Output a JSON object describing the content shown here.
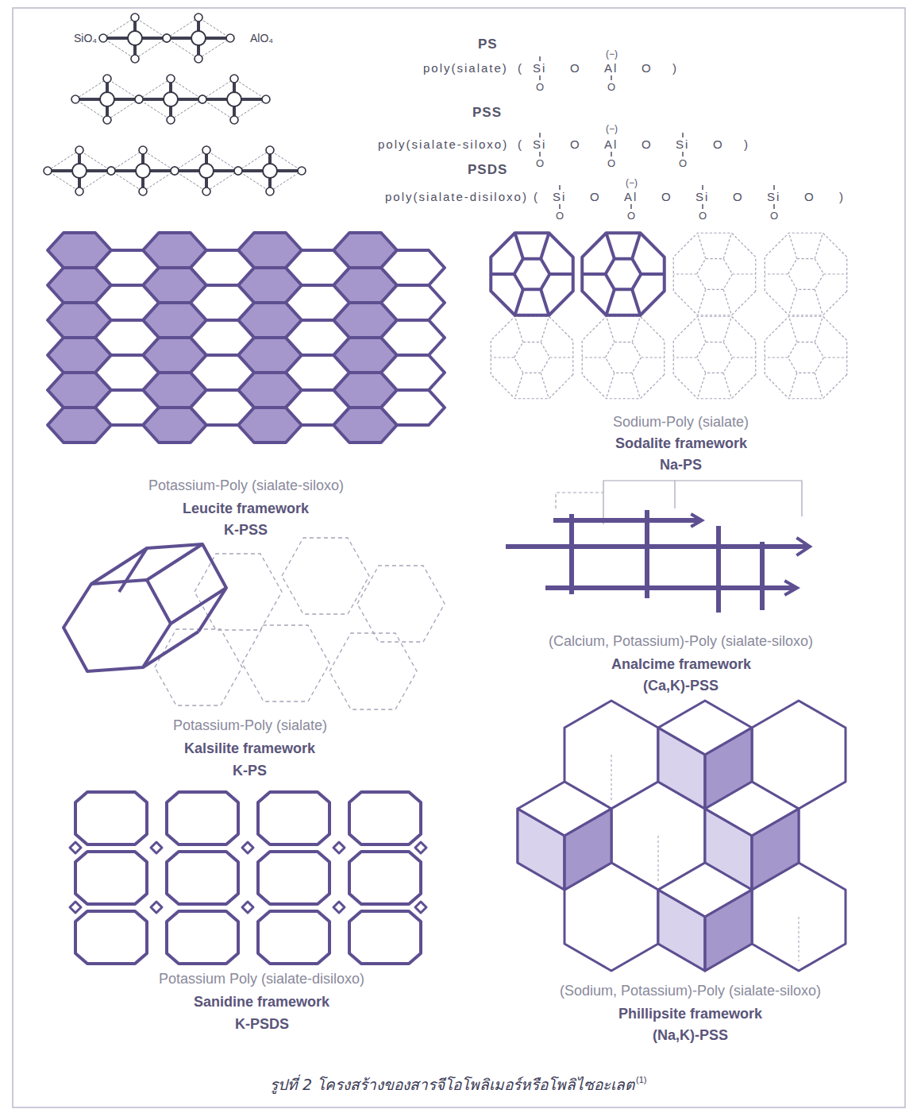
{
  "diagram": {
    "caption": "รูปที่ 2 โครงสร้างของสารจีโอโพลิเมอร์หรือโพลิไซอะเลต",
    "labels": [
      "SiO₄",
      "AlO₄",
      "PS",
      "(−)",
      "poly(sialate)",
      "(",
      "Si",
      "O",
      "Al",
      "O",
      ")",
      "O",
      "O",
      "PSS",
      "(−)",
      "poly(sialate-siloxo)",
      "(",
      "Si",
      "O",
      "Al",
      "O",
      "Si",
      "O",
      ")",
      "O",
      "O",
      "O",
      "PSDS",
      "(−)",
      "poly(sialate-disiloxo)",
      "(",
      "Si",
      "O",
      "Al",
      "O",
      "Si",
      "O",
      "Si",
      "O",
      ")",
      "O",
      "O",
      "O",
      "O",
      "Potassium-Poly (sialate-siloxo)",
      "Leucite framework",
      "K-PSS",
      "Sodium-Poly (sialate)",
      "Sodalite framework",
      "Na-PS",
      "(Calcium, Potassium)-Poly (sialate-siloxo)",
      "Analcime framework",
      "(Ca,K)-PSS",
      "Potassium-Poly (sialate)",
      "Kalsilite framework",
      "K-PS",
      "Potassium Poly (sialate-disiloxo)",
      "Sanidine framework",
      "K-PSDS",
      "(Sodium, Potassium)-Poly (sialate-siloxo)",
      "Phillipsite framework",
      "(Na,K)-PSS",
      "(1)"
    ]
  }
}
